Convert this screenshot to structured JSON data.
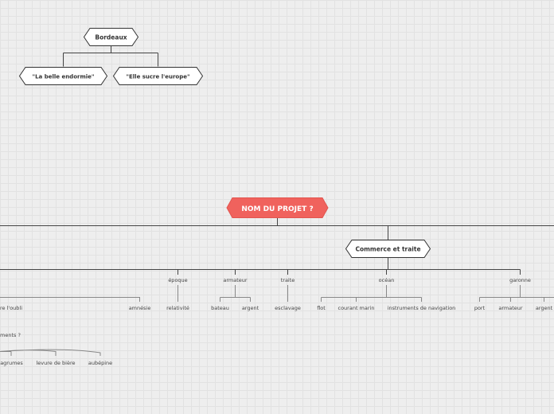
{
  "map": {
    "root": {
      "label": "NOM DU PROJET ?",
      "color": "#f0625d"
    },
    "bordeaux": {
      "label": "Bordeaux",
      "children": [
        "\"La belle endormie\"",
        "\"Elle sucre l'europe\""
      ]
    },
    "commerce": {
      "label": "Commerce et traite"
    },
    "topics": {
      "epoque": "époque",
      "armateur": "armateur",
      "traite": "traite",
      "ocean": "océan",
      "garonne": "garonne"
    },
    "leaves": {
      "oubli": "re l'oubli",
      "amnesie": "amnésie",
      "relativite": "relativité",
      "bateau": "bateau",
      "argent1": "argent",
      "esclavage": "esclavage",
      "flot": "flot",
      "courant": "courant marin",
      "instruments": "instruments de navigation",
      "port": "port",
      "armateur2": "armateur",
      "argent2": "argent",
      "ments": "ments ?",
      "agrumes": "agrumes",
      "levure": "levure de bière",
      "aubepine": "aubépine"
    },
    "colors": {
      "line": "#333333",
      "text": "#333333",
      "node_border": "#333333",
      "node_fill": "#ffffff"
    }
  }
}
